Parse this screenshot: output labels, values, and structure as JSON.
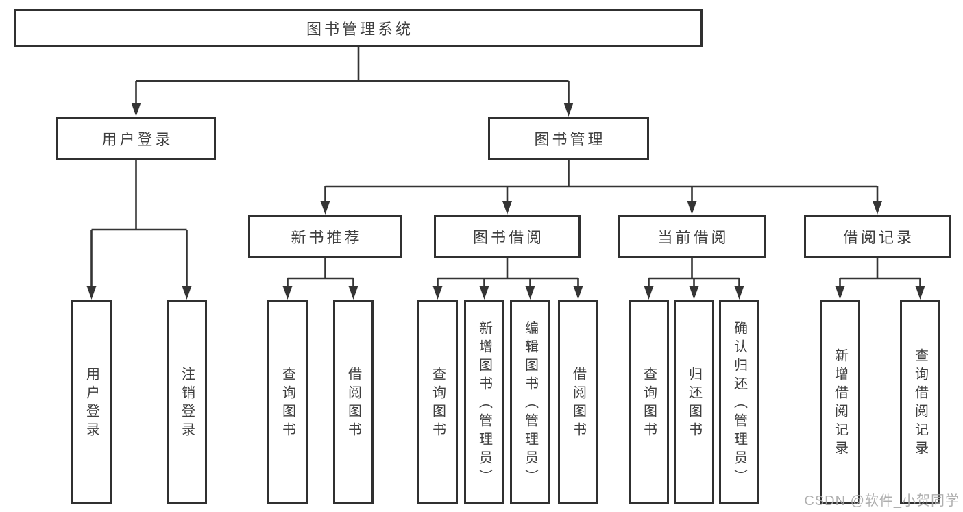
{
  "diagram": {
    "kind": "hierarchy-flowchart",
    "tree": {
      "root": {
        "label": "图书管理系统",
        "children": [
          {
            "label": "用户登录",
            "children": [
              {
                "label": "用户登录"
              },
              {
                "label": "注销登录"
              }
            ]
          },
          {
            "label": "图书管理",
            "children": [
              {
                "label": "新书推荐",
                "children": [
                  {
                    "label": "查询图书"
                  },
                  {
                    "label": "借阅图书"
                  }
                ]
              },
              {
                "label": "图书借阅",
                "children": [
                  {
                    "label": "查询图书"
                  },
                  {
                    "label": "新增图书（管理员）"
                  },
                  {
                    "label": "编辑图书（管理员）"
                  },
                  {
                    "label": "借阅图书"
                  }
                ]
              },
              {
                "label": "当前借阅",
                "children": [
                  {
                    "label": "查询图书"
                  },
                  {
                    "label": "归还图书"
                  },
                  {
                    "label": "确认归还（管理员）"
                  }
                ]
              },
              {
                "label": "借阅记录",
                "children": [
                  {
                    "label": "新增借阅记录"
                  },
                  {
                    "label": "查询借阅记录"
                  }
                ]
              }
            ]
          }
        ]
      }
    }
  },
  "watermark": "CSDN @软件_小贺同学",
  "colors": {
    "background": "#ffffff",
    "box_border": "#303030",
    "box_fill": "#ffffff",
    "connector_line": "#343434",
    "text": "#3f3f3f",
    "watermark_text": "#a8a8a8"
  }
}
